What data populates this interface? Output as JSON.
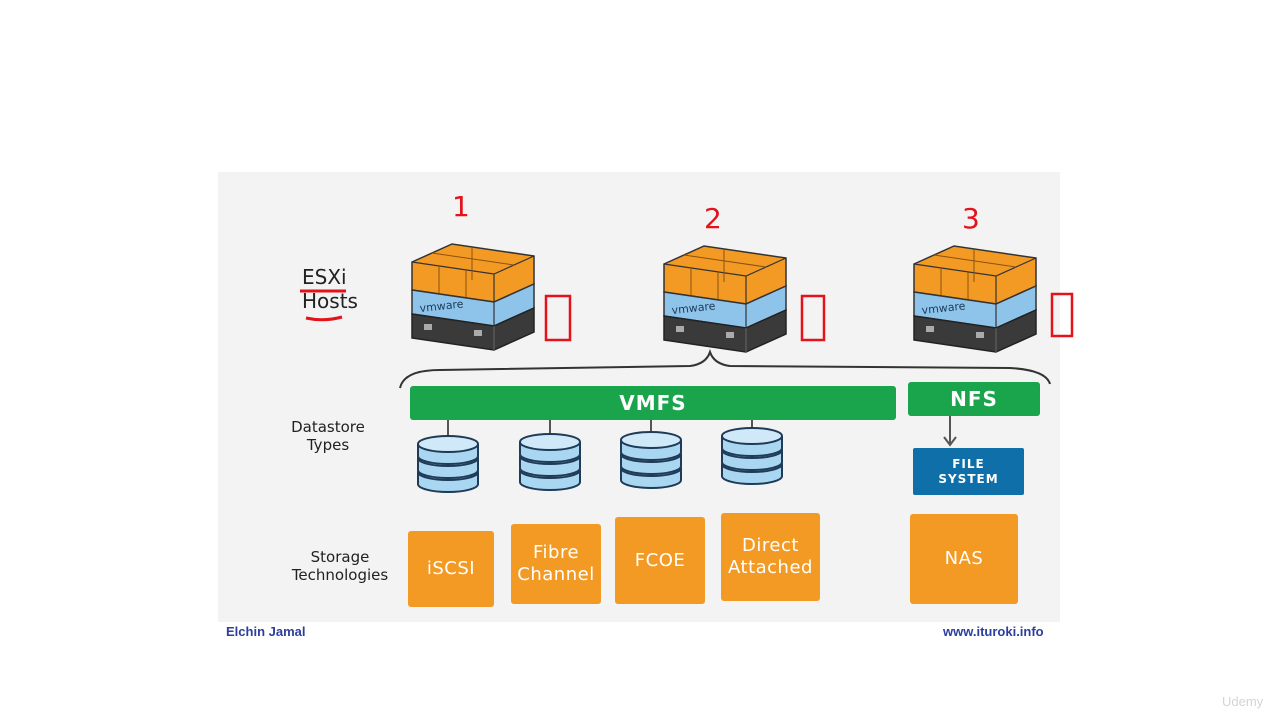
{
  "row_labels": {
    "esxi_hosts": [
      "ESXi",
      "Hosts"
    ],
    "datastore_types": [
      "Datastore",
      "Types"
    ],
    "storage_technologies": [
      "Storage",
      "Technologies"
    ]
  },
  "host_numbers": [
    "1",
    "2",
    "3"
  ],
  "server_brand": "vmware",
  "datastore_types": {
    "vmfs": "VMFS",
    "nfs": "NFS",
    "file_system": [
      "FILE",
      "SYSTEM"
    ]
  },
  "storage_technologies": [
    {
      "lines": [
        "iSCSI"
      ]
    },
    {
      "lines": [
        "Fibre",
        "Channel"
      ]
    },
    {
      "lines": [
        "FCOE"
      ]
    },
    {
      "lines": [
        "Direct",
        "Attached"
      ]
    },
    {
      "lines": [
        "NAS"
      ]
    }
  ],
  "footer": {
    "author": "Elchin Jamal",
    "website": "www.ituroki.info"
  },
  "watermark": "Udemy",
  "colors": {
    "annotation_red": "#e3121b",
    "vmfs_green": "#1aa44b",
    "storage_orange": "#f39a25",
    "file_system_blue": "#0f6fa8",
    "disk_blue": "#a9d6f0",
    "footer_blue": "#2c3e9e"
  }
}
